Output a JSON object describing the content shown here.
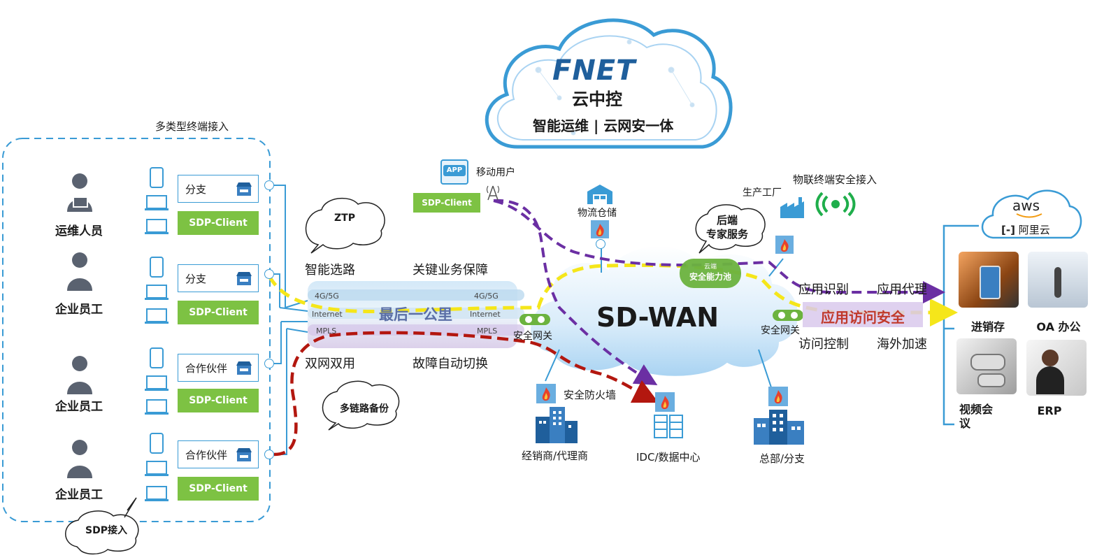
{
  "left_panel": {
    "title": "多类型终端接入",
    "rows": [
      {
        "role": "运维人员",
        "branch": "分支",
        "client": "SDP-Client"
      },
      {
        "role": "企业员工",
        "branch": "分支",
        "client": "SDP-Client"
      },
      {
        "role": "企业员工",
        "branch": "合作伙伴",
        "client": "SDP-Client"
      },
      {
        "role": "企业员工",
        "branch": "合作伙伴",
        "client": "SDP-Client"
      }
    ],
    "sdp_bubble": "SDP接入"
  },
  "middle": {
    "ztp_bubble": "ZTP",
    "backup_bubble": "多链路备份",
    "features_top": [
      "智能选路",
      "关键业务保障"
    ],
    "features_bottom": [
      "双网双用",
      "故障自动切换"
    ],
    "last_mile": "最后一公里",
    "links_left": [
      "4G/5G",
      "Internet",
      "MPLS"
    ],
    "links_right": [
      "4G/5G",
      "Internet",
      "MPLS"
    ],
    "mobile_user": "移动用户",
    "app_badge": "APP",
    "mobile_client": "SDP-Client"
  },
  "cloud_top": {
    "brand": "FNET",
    "title": "云中控",
    "subtitle": "智能运维 | 云网安一体"
  },
  "sdwan": {
    "title": "SD-WAN",
    "security_pool_small": "云端",
    "security_pool": "安全能力池",
    "gateway_left": "安全网关",
    "gateway_right": "安全网关",
    "expert_bubble_line1": "后端",
    "expert_bubble_line2": "专家服务",
    "logistics": "物流仓储",
    "factory": "生产工厂",
    "iot": "物联终端安全接入",
    "firewall": "安全防火墙",
    "dealer": "经销商/代理商",
    "idc": "IDC/数据中心",
    "hq": "总部/分支"
  },
  "right": {
    "features_top": [
      "应用识别",
      "应用代理"
    ],
    "app_security": "应用访问安全",
    "features_bottom": [
      "访问控制",
      "海外加速"
    ],
    "cloud_providers": [
      "aws",
      "阿里云"
    ],
    "apps": [
      "进销存",
      "OA 办公",
      "视频会议",
      "ERP"
    ]
  },
  "colors": {
    "blue": "#3a9bd5",
    "green": "#7dc243",
    "yellow": "#f5e61a",
    "purple": "#6b2fa3",
    "red": "#b3170f"
  }
}
